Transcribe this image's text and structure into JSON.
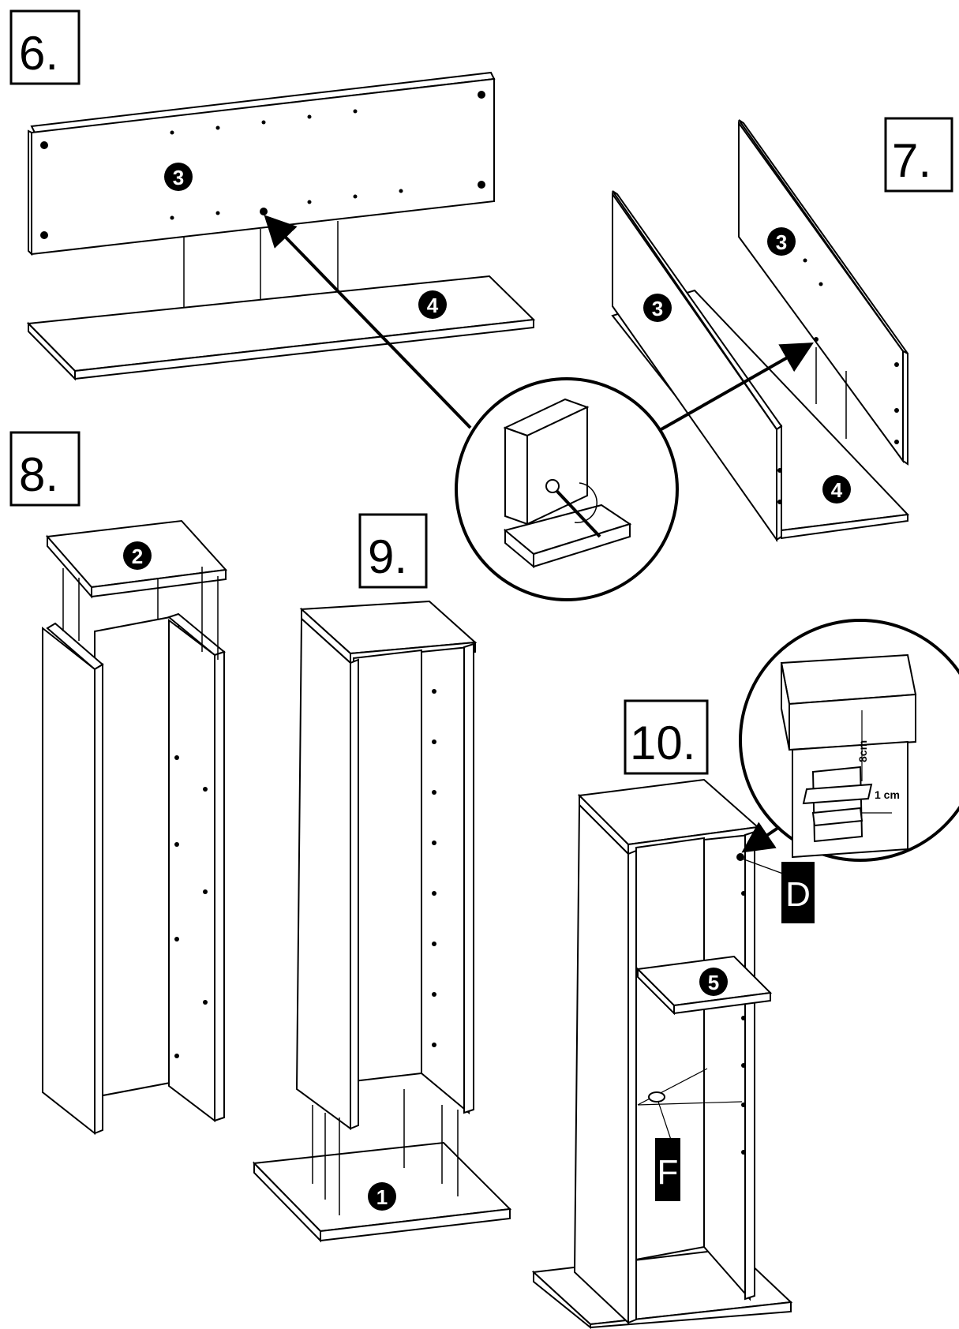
{
  "steps": [
    {
      "label": "6."
    },
    {
      "label": "7."
    },
    {
      "label": "8."
    },
    {
      "label": "9."
    },
    {
      "label": "10."
    }
  ],
  "parts": {
    "p1": "1",
    "p2": "2",
    "p3": "3",
    "p4": "4",
    "p5": "5"
  },
  "fittings": {
    "d": "D",
    "f": "F"
  },
  "dimensions": {
    "vertical": "8cm",
    "horizontal": "1 cm"
  }
}
